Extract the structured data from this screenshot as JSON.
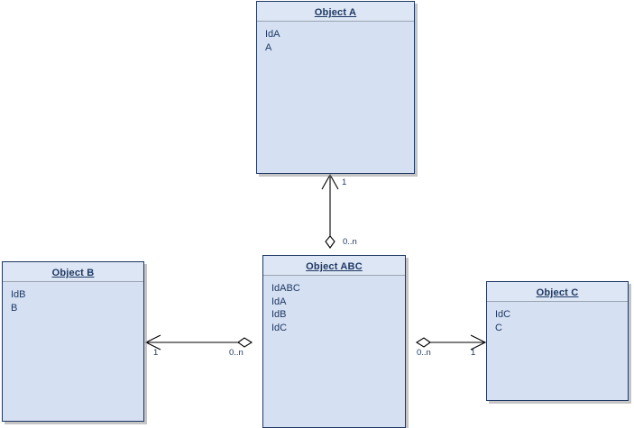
{
  "diagram": {
    "type": "uml-class-diagram",
    "background_color": "#ffffff",
    "class_fill_color": "#d5e1f2",
    "class_border_color": "#1f3864",
    "header_fill_color": "#dce6f4",
    "text_color": "#1f3864",
    "connector_color": "#000000"
  },
  "classes": [
    {
      "id": "object-a",
      "title": "Object A",
      "attributes": [
        "IdA",
        "A"
      ]
    },
    {
      "id": "object-abc",
      "title": "Object ABC",
      "attributes": [
        "IdABC",
        "IdA",
        "IdB",
        "IdC"
      ]
    },
    {
      "id": "object-b",
      "title": "Object B",
      "attributes": [
        "IdB",
        "B"
      ]
    },
    {
      "id": "object-c",
      "title": "Object C",
      "attributes": [
        "IdC",
        "C"
      ]
    }
  ],
  "connectors": [
    {
      "id": "abc-to-a",
      "source": "Object ABC",
      "target": "Object A",
      "source_multiplicity": "0..n",
      "target_multiplicity": "1",
      "source_end": "diamond",
      "target_end": "arrow"
    },
    {
      "id": "abc-to-b",
      "source": "Object ABC",
      "target": "Object B",
      "source_multiplicity": "0..n",
      "target_multiplicity": "1",
      "source_end": "diamond",
      "target_end": "arrow"
    },
    {
      "id": "abc-to-c",
      "source": "Object ABC",
      "target": "Object C",
      "source_multiplicity": "0..n",
      "target_multiplicity": "1",
      "source_end": "diamond",
      "target_end": "arrow"
    }
  ]
}
